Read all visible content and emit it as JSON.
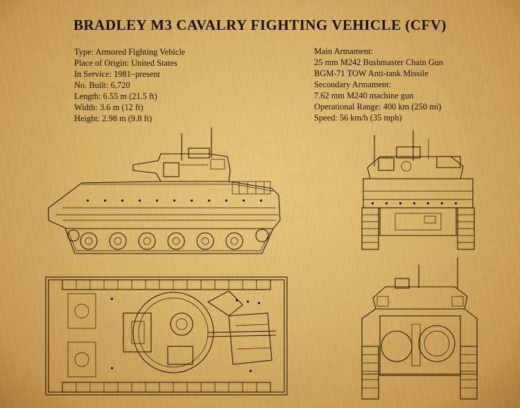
{
  "title": "BRADLEY M3 CAVALRY FIGHTING VEHICLE (CFV)",
  "specs_left": [
    "Type: Armored Fighting Vehicle",
    "Place of Origin: United States",
    "In Service: 1981–present",
    "No. Built: 6,720",
    "Length:  6.55 m (21.5 ft)",
    "Width: 3.6 m (12 ft)",
    "Height: 2.98 m (9.8 ft)"
  ],
  "specs_right": [
    "Main Armament:",
    "25 mm M242 Bushmaster Chain Gun",
    "BGM-71 TOW Anti-tank Missile",
    "Secondary Armament:",
    "7.62 mm M240 machine gun",
    "Operational Range: 400 km (250 mi)",
    "Speed: 56 km/h (35 mph)"
  ],
  "colors": {
    "paper": "#d9b26a",
    "ink": "#2a1b0a"
  }
}
